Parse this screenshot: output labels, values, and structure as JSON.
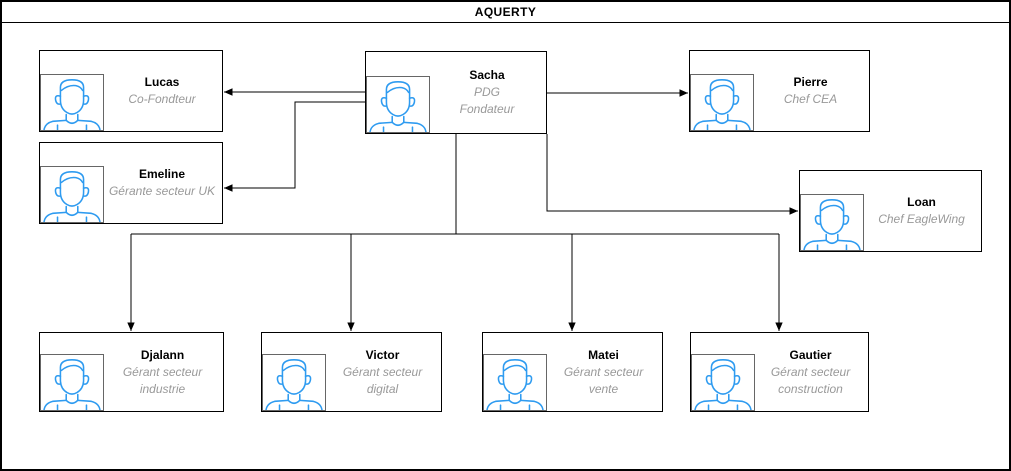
{
  "title": "AQUERTY",
  "colors": {
    "person_icon_blue": "#2E9BF0",
    "photo_frame_border": "#666666",
    "role_text_gray": "#999999",
    "connector_black": "#000000"
  },
  "nodes": {
    "sacha": {
      "name": "Sacha",
      "roles": [
        "PDG",
        "Fondateur"
      ]
    },
    "lucas": {
      "name": "Lucas",
      "roles": [
        "Co-Fondteur"
      ]
    },
    "emeline": {
      "name": "Emeline",
      "roles": [
        "Gérante secteur UK"
      ]
    },
    "pierre": {
      "name": "Pierre",
      "roles": [
        "Chef CEA"
      ]
    },
    "loan": {
      "name": "Loan",
      "roles": [
        "Chef EagleWing"
      ]
    },
    "djalann": {
      "name": "Djalann",
      "roles": [
        "Gérant secteur",
        "industrie"
      ]
    },
    "victor": {
      "name": "Victor",
      "roles": [
        "Gérant secteur",
        "digital"
      ]
    },
    "matei": {
      "name": "Matei",
      "roles": [
        "Gérant secteur",
        "vente"
      ]
    },
    "gautier": {
      "name": "Gautier",
      "roles": [
        "Gérant secteur",
        "construction"
      ]
    }
  },
  "edges": [
    {
      "from": "Sacha",
      "to": "Lucas"
    },
    {
      "from": "Sacha",
      "to": "Pierre"
    },
    {
      "from": "Sacha",
      "to": "Emeline"
    },
    {
      "from": "Sacha",
      "to": "Loan"
    },
    {
      "from": "Sacha",
      "to": "Djalann"
    },
    {
      "from": "Sacha",
      "to": "Victor"
    },
    {
      "from": "Sacha",
      "to": "Matei"
    },
    {
      "from": "Sacha",
      "to": "Gautier"
    }
  ]
}
